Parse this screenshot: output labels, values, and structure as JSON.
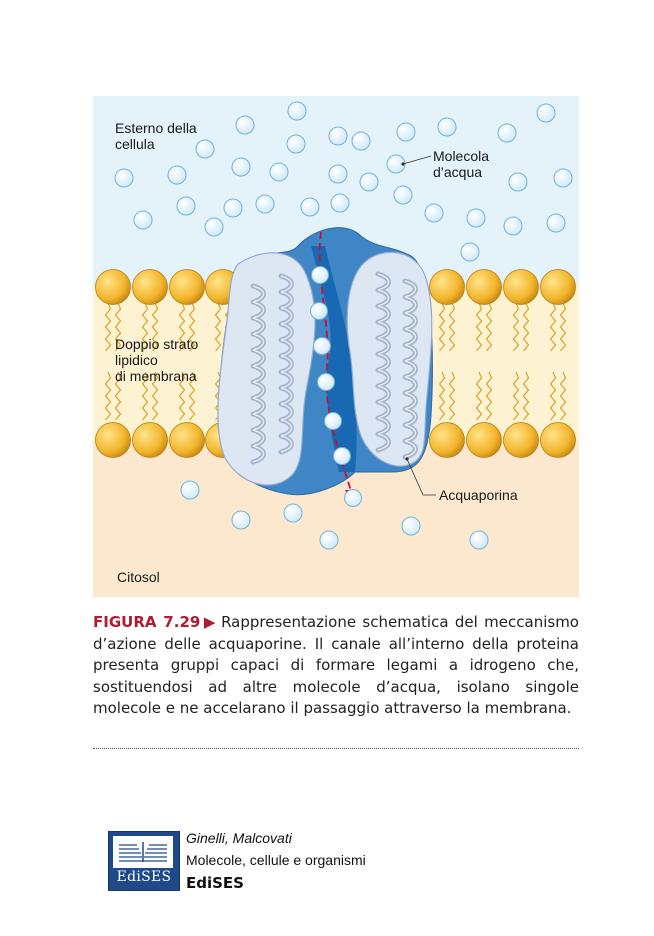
{
  "figure": {
    "labels": {
      "exterior": "Esterno della\ncellula",
      "water_molecule": "Molecola\nd’acqua",
      "bilayer": "Doppio strato\nlipidico\ndi membrana",
      "aquaporin": "Acquaporina",
      "cytosol": "Citosol"
    },
    "colors": {
      "exterior": "#e4f2fa",
      "bilayer": "#fdf2d2",
      "cytosol": "#fce8cf",
      "lipid_head": "#f2b52c",
      "protein": "#3f86c6",
      "channel": "#1565b0",
      "helix_region": "#dde6f3",
      "water": "#cfe9f7",
      "path_arrow": "#c8102e"
    }
  },
  "caption": {
    "label": "FIGURA 7.29",
    "arrow_icon": "▶",
    "text": "Rappresentazione schematica del meccani­smo d’azione delle acquaporine. Il canale all’interno della proteina presenta gruppi capaci di formare legami a idro­geno che, sostituendosi ad altre molecole d’acqua, isolano singole molecole e ne accelarano il passaggio attraverso la membrana."
  },
  "footer": {
    "logo_text": "EdiSES",
    "authors": "Ginelli, Malcovati",
    "title": "Molecole, cellule e organismi",
    "publisher": "EdiSES"
  }
}
